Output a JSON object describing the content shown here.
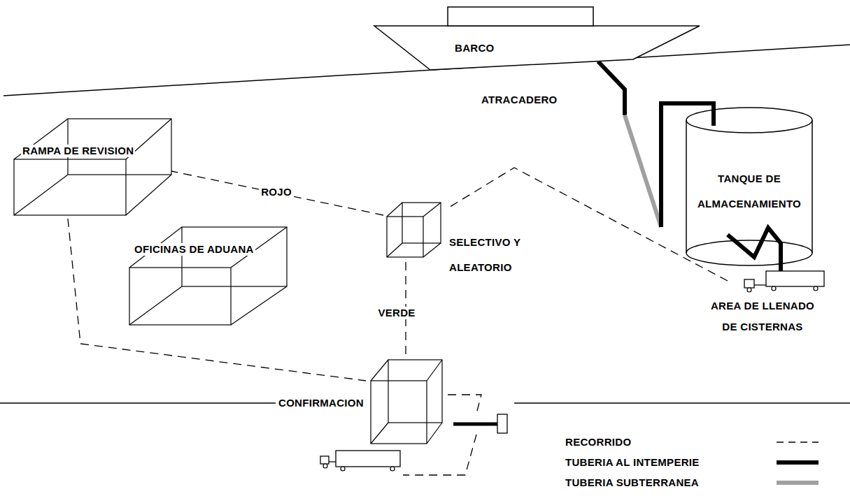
{
  "diagram": {
    "nodes": [
      {
        "text": [
          "BARCO"
        ]
      },
      {
        "text": [
          "TANQUE DE ALMACENAMIENTO"
        ]
      },
      {
        "text": [
          "RAMPA DE REVISION"
        ]
      },
      {
        "text": [
          "SELECTIVO Y ALEATORIO"
        ]
      },
      {
        "text": [
          "OFICINAS DE ADUANA"
        ]
      },
      {
        "text": [
          "AREA DE LLENADO DE CISTERNAS"
        ]
      },
      {
        "text": [
          "CONFIRMACION"
        ]
      }
    ],
    "edges": [
      {
        "from": 0,
        "to": 1,
        "arrow": "none"
      },
      {
        "from": 1,
        "to": 5,
        "arrow": "none"
      },
      {
        "from": 5,
        "to": 3,
        "arrow": "none"
      },
      {
        "from": 3,
        "to": 2,
        "label": "ROJO",
        "arrow": "none"
      },
      {
        "from": 3,
        "to": 6,
        "label": "VERDE",
        "arrow": "none"
      },
      {
        "from": 2,
        "to": 6,
        "arrow": "none"
      }
    ],
    "labels": [
      "ATRACADERO"
    ],
    "legend": [
      {
        "text": "RECORRIDO"
      },
      {
        "text": "TUBERIA AL INTEMPERIE"
      },
      {
        "text": "TUBERIA SUBTERRANEA"
      }
    ]
  }
}
